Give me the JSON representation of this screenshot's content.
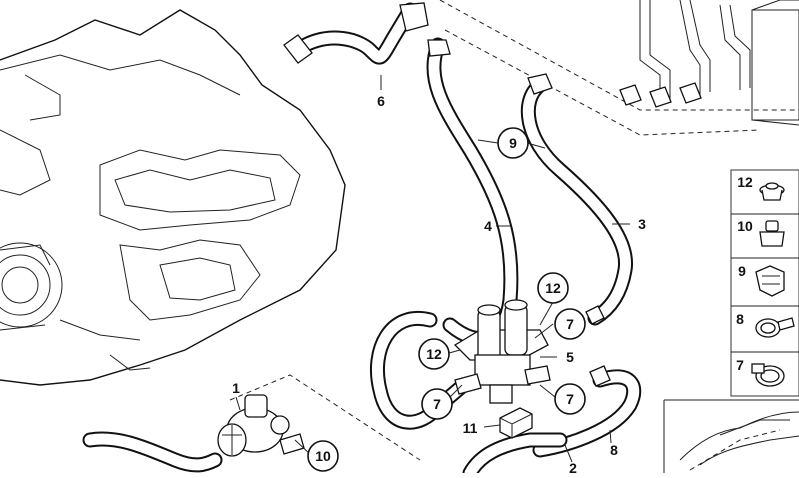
{
  "callouts": {
    "c1": "1",
    "c2": "2",
    "c3": "3",
    "c4": "4",
    "c5": "5",
    "c6": "6",
    "c7a": "7",
    "c7b": "7",
    "c7c": "7",
    "c8": "8",
    "c9": "9",
    "c10": "10",
    "c11": "11",
    "c12a": "12",
    "c12b": "12"
  },
  "legend": {
    "items": [
      {
        "number": "12",
        "icon": "grommet-icon"
      },
      {
        "number": "10",
        "icon": "valve-cap-icon"
      },
      {
        "number": "9",
        "icon": "clip-bracket-icon"
      },
      {
        "number": "8",
        "icon": "hose-clamp-icon"
      },
      {
        "number": "7",
        "icon": "worm-clamp-icon"
      }
    ]
  }
}
